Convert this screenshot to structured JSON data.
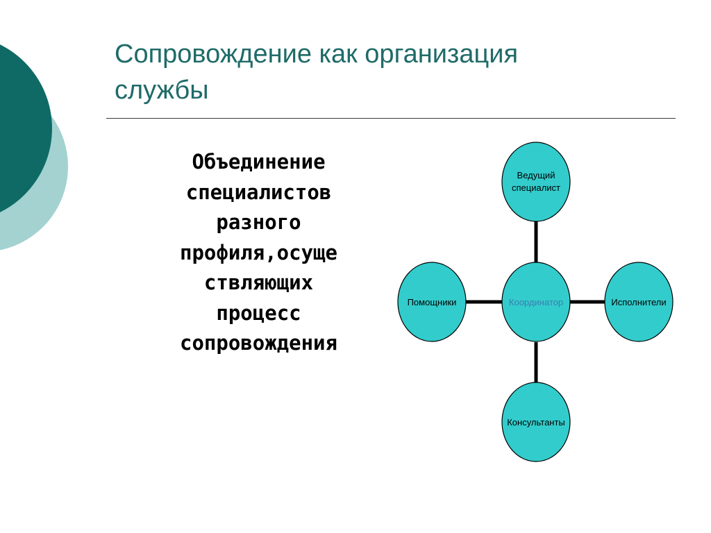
{
  "slide": {
    "title_lines": [
      "Сопровождение как организация",
      "службы"
    ],
    "body_lines": [
      "Объединение ",
      "специалистов",
      "разного",
      "профиля,осуще",
      "ствляющих",
      "процесс",
      "сопровождения"
    ]
  },
  "diagram": {
    "center": {
      "id": "coordinator",
      "label": "Координатор"
    },
    "nodes": [
      {
        "id": "lead",
        "label_lines": [
          "Ведущий",
          "специалист"
        ],
        "position": "top"
      },
      {
        "id": "assistants",
        "label_lines": [
          "Помощники"
        ],
        "position": "left"
      },
      {
        "id": "executors",
        "label_lines": [
          "Исполнители"
        ],
        "position": "right"
      },
      {
        "id": "consultants",
        "label_lines": [
          "Консультанты"
        ],
        "position": "bottom"
      }
    ],
    "colors": {
      "node_fill": "#33cccc",
      "node_stroke": "#000000",
      "connector": "#000000",
      "center_text": "#3a7fb0"
    }
  },
  "theme": {
    "title_color": "#1f6b68",
    "decor_dark": "#0f6a66",
    "decor_light": "#a3d2d1"
  }
}
